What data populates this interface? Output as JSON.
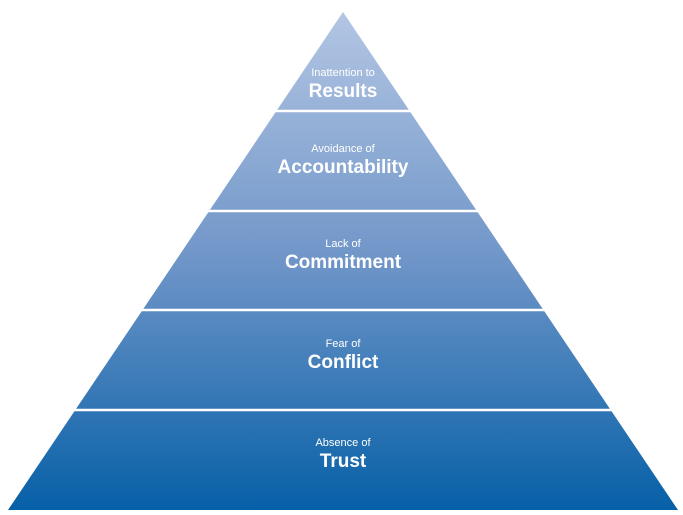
{
  "levels": [
    {
      "prefix": "Inattention to",
      "title": "Results"
    },
    {
      "prefix": "Avoidance of",
      "title": "Accountability"
    },
    {
      "prefix": "Lack of",
      "title": "Commitment"
    },
    {
      "prefix": "Fear of",
      "title": "Conflict"
    },
    {
      "prefix": "Absence of",
      "title": "Trust"
    }
  ],
  "colors": {
    "top": "#b3c6e3",
    "bottom": "#0660a7",
    "divider": "#ffffff"
  }
}
